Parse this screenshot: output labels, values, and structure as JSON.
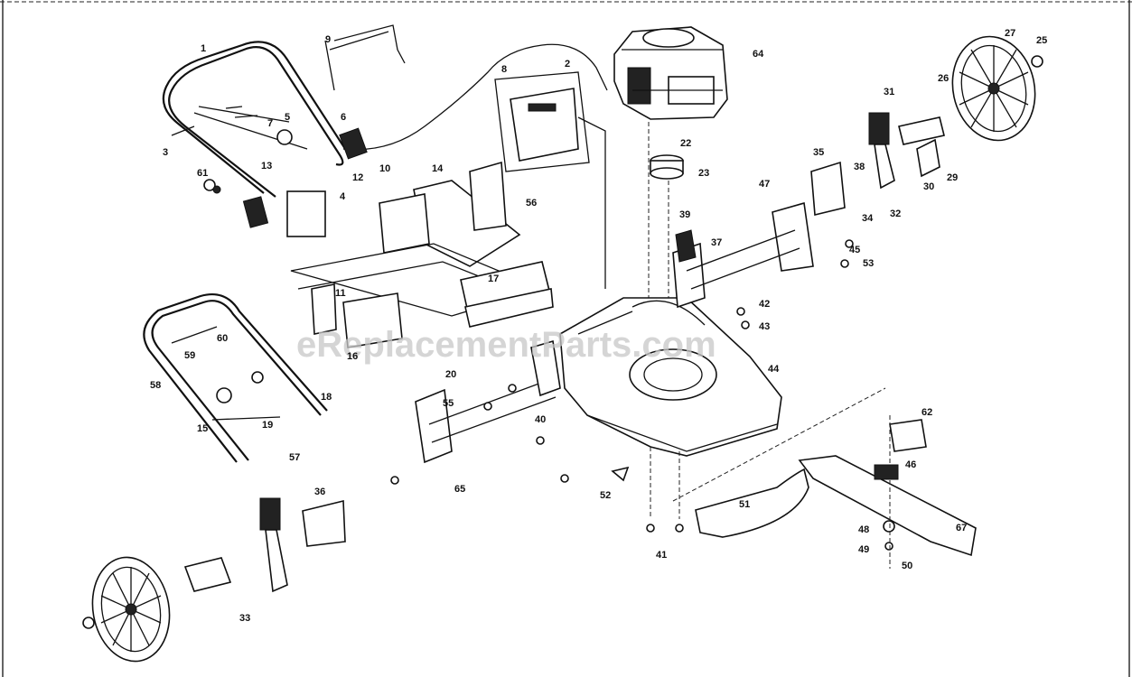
{
  "watermark": "eReplacementParts.com",
  "callouts": [
    "1",
    "2",
    "3",
    "4",
    "5",
    "6",
    "7",
    "8",
    "9",
    "10",
    "11",
    "12",
    "13",
    "14",
    "15",
    "16",
    "17",
    "18",
    "19",
    "20",
    "22",
    "23",
    "25",
    "26",
    "27",
    "29",
    "30",
    "31",
    "32",
    "33",
    "34",
    "35",
    "36",
    "37",
    "38",
    "39",
    "40",
    "41",
    "42",
    "43",
    "44",
    "45",
    "46",
    "47",
    "48",
    "49",
    "50",
    "51",
    "52",
    "53",
    "55",
    "56",
    "57",
    "58",
    "59",
    "60",
    "61",
    "62",
    "64",
    "65",
    "67"
  ]
}
